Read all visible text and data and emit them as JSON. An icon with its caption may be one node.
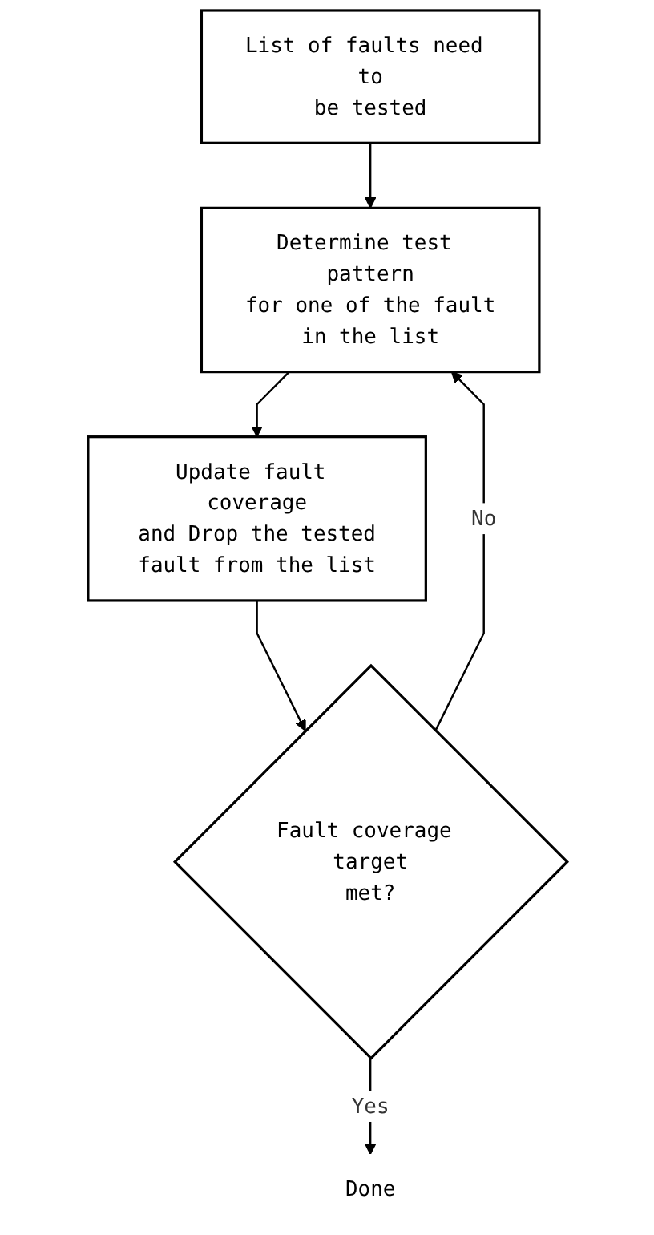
{
  "diagram": {
    "nodes": [
      {
        "text": [
          "List of faults need to be tested"
        ]
      },
      {
        "text": [
          "Determine test pattern for one of the fault in the list"
        ]
      },
      {
        "text": [
          "Update fault coverage and Drop the tested fault from the list"
        ]
      },
      {
        "text": [
          "Fault coverage target met?"
        ]
      },
      {
        "text": [
          "Done"
        ]
      }
    ],
    "edges": [
      {
        "from": 0,
        "to": 1,
        "arrow": "to"
      },
      {
        "from": 1,
        "to": 2,
        "arrow": "to"
      },
      {
        "from": 2,
        "to": 3,
        "arrow": "to"
      },
      {
        "from": 3,
        "to": 1,
        "label": "No",
        "arrow": "to"
      },
      {
        "from": 3,
        "to": 4,
        "label": "Yes",
        "arrow": "to"
      }
    ]
  }
}
